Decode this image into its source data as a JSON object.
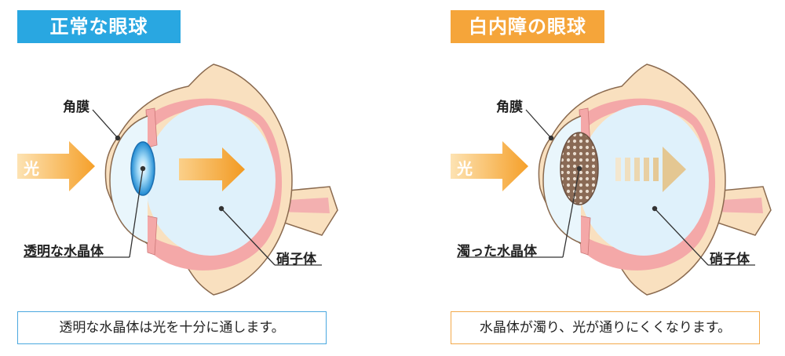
{
  "normal": {
    "title": "正常な眼球",
    "light": "光",
    "cornea": "角膜",
    "lens": "透明な水晶体",
    "vitreous": "硝子体",
    "caption": "透明な水晶体は光を十分に通します。"
  },
  "cataract": {
    "title": "白内障の眼球",
    "light": "光",
    "cornea": "角膜",
    "lens": "濁った水晶体",
    "vitreous": "硝子体",
    "caption": "水晶体が濁り、光が通りにくくなります。"
  },
  "colors": {
    "normal_accent": "#29a7e1",
    "cataract_accent": "#f5a53a",
    "arrow": "#f6a431",
    "eye_fill": "#dff1fb",
    "sclera": "#f9e0bf",
    "choroid": "#f4a8a8"
  }
}
